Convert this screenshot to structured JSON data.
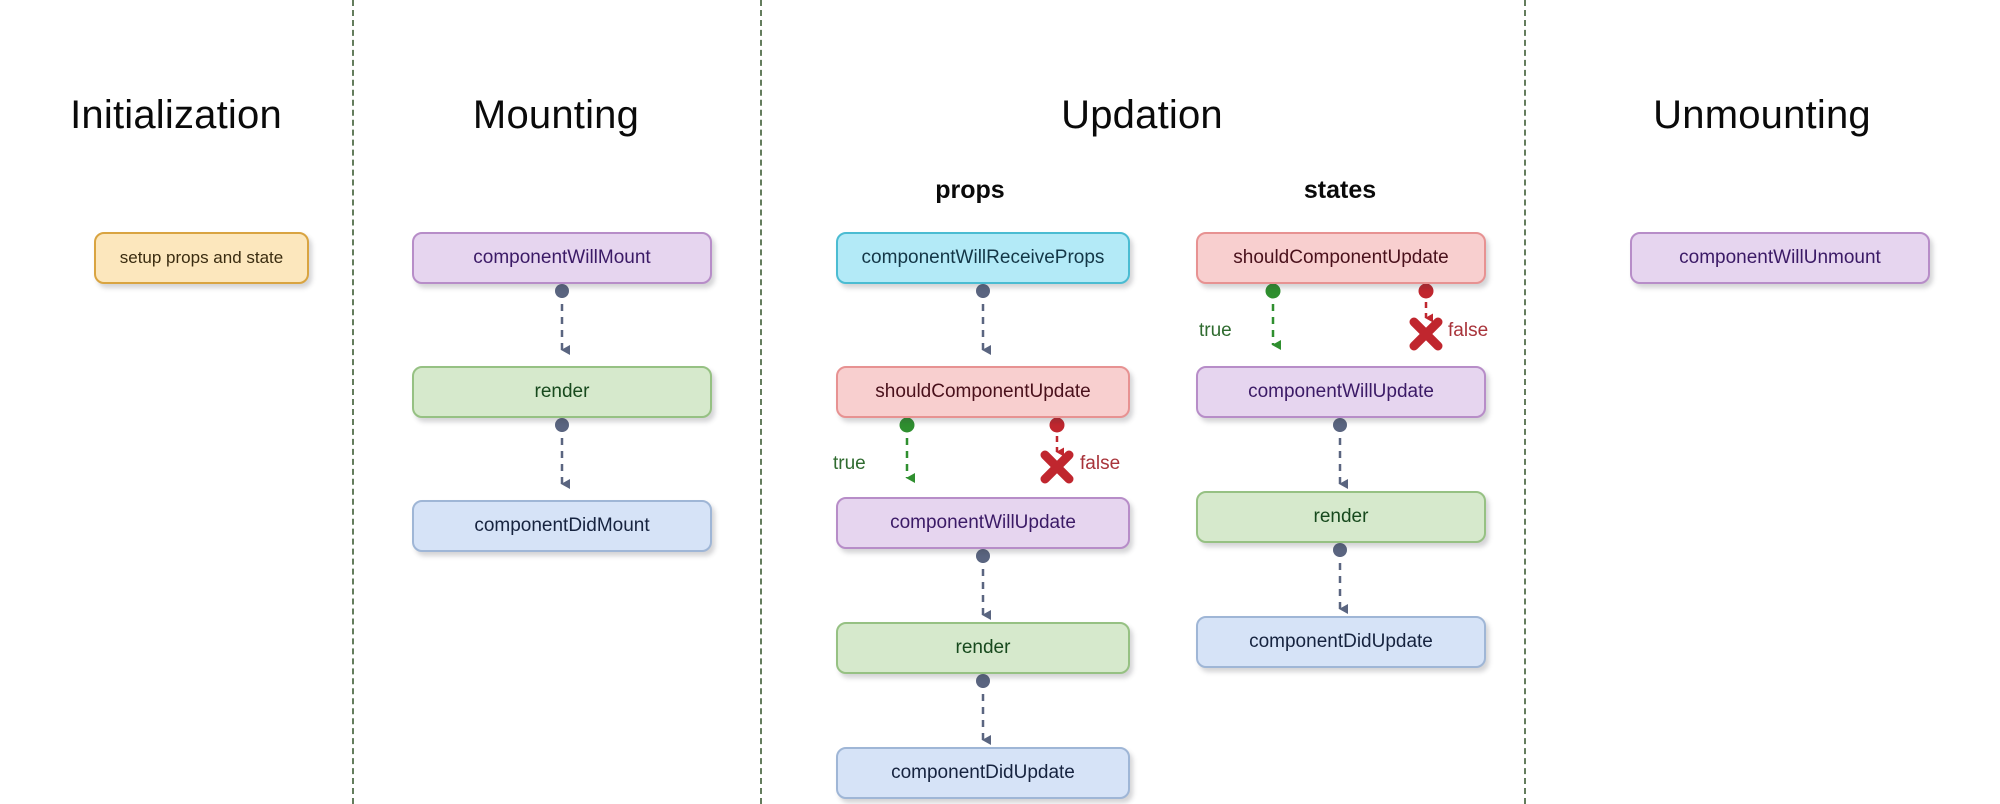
{
  "sections": [
    {
      "id": "initialization",
      "title": "Initialization"
    },
    {
      "id": "mounting",
      "title": "Mounting"
    },
    {
      "id": "updation",
      "title": "Updation"
    },
    {
      "id": "unmounting",
      "title": "Unmounting"
    }
  ],
  "subsections": [
    {
      "id": "props",
      "title": "props"
    },
    {
      "id": "states",
      "title": "states"
    }
  ],
  "nodes": {
    "setup_props_and_state": "setup props and state",
    "mount_will": "componentWillMount",
    "mount_render": "render",
    "mount_did": "componentDidMount",
    "props_receive": "componentWillReceiveProps",
    "props_should": "shouldComponentUpdate",
    "props_will": "componentWillUpdate",
    "props_render": "render",
    "props_did": "componentDidUpdate",
    "states_should": "shouldComponentUpdate",
    "states_will": "componentWillUpdate",
    "states_render": "render",
    "states_did": "componentDidUpdate",
    "unmount_will": "componentWillUnmount"
  },
  "branch_labels": {
    "props_true": "true",
    "props_false": "false",
    "states_true": "true",
    "states_false": "false"
  },
  "colors": {
    "background": "#ffffff",
    "divider": "#4a6741",
    "orange_fill": "#fce7bd",
    "orange_border": "#d9a441",
    "purple_fill": "#e6d5ef",
    "purple_border": "#b78dc8",
    "green_fill": "#d6e9cc",
    "green_border": "#96c183",
    "blue_fill": "#d6e3f7",
    "blue_border": "#9fb6d6",
    "cyan_fill": "#b3eaf7",
    "cyan_border": "#4bbcd2",
    "red_fill": "#f8cfcf",
    "red_border": "#e79292",
    "connector": "#5a6580",
    "true_marker": "#2f8f2f",
    "false_marker": "#c0262e",
    "true_text": "#2f6b2f",
    "false_text": "#a8333a"
  }
}
